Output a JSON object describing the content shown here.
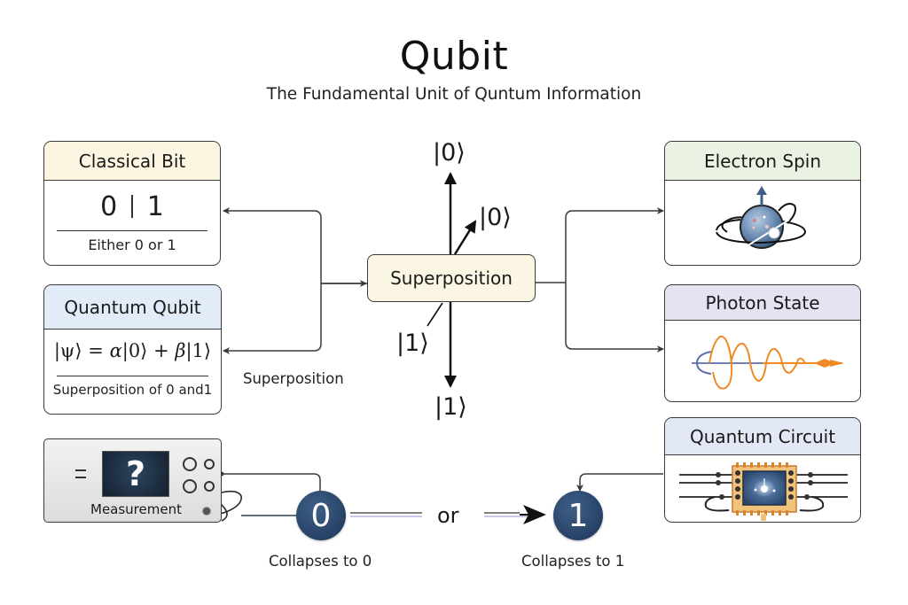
{
  "header": {
    "title": "Qubit",
    "subtitle": "The Fundamental Unit of Quntum Information"
  },
  "cards": {
    "classical_bit": {
      "title": "Classical Bit",
      "value_left": "0",
      "value_right": "1",
      "caption": "Either 0 or 1",
      "header_color": "#fbf5e1"
    },
    "quantum_qubit": {
      "title": "Quantum Qubit",
      "formula": {
        "psi": "|ψ⟩",
        "equals": " = ",
        "alpha": "α",
        "ket0": "|0⟩",
        "plus": " + ",
        "beta": "β",
        "ket1": "|1⟩"
      },
      "caption": "Superposition of 0 and1",
      "header_color": "#e2ebf8"
    },
    "electron_spin": {
      "title": "Electron Spin",
      "icon": "electron-spin-icon",
      "header_color": "#eaf3e3"
    },
    "photon_state": {
      "title": "Photon State",
      "icon": "photon-wave-icon",
      "header_color": "#e6e2f2"
    },
    "quantum_circuit": {
      "title": "Quantum Circuit",
      "icon": "quantum-chip-icon",
      "header_color": "#e2e8f5"
    }
  },
  "center": {
    "box_label": "Superposition",
    "ket_top": "|0⟩",
    "ket_diag_top": "|0⟩",
    "ket_diag_bottom": "|1⟩",
    "ket_bottom": "|1⟩",
    "box_color": "#fbf6e3"
  },
  "connector_label": "Superposition",
  "measurement": {
    "label": "Measurement",
    "screen_symbol": "?",
    "outcome_0": "0",
    "outcome_1": "1",
    "or_label": "or",
    "caption_0": "Collapses to 0",
    "caption_1": "Collapses to 1",
    "circle_color": "#1d3557"
  }
}
